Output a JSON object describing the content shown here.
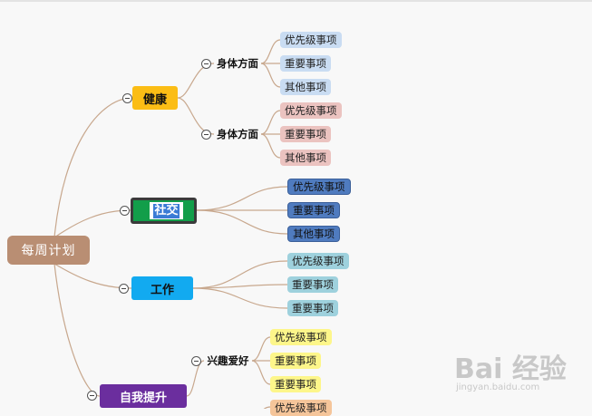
{
  "mindmap": {
    "root": "每周计划",
    "branches": [
      {
        "label": "健康",
        "color": "#fbbd15",
        "groups": [
          {
            "label": "身体方面",
            "items": [
              "优先级事项",
              "重要事项",
              "其他事项"
            ],
            "item_color": "#c9dcf2"
          },
          {
            "label": "身体方面",
            "items": [
              "优先级事项",
              "重要事项",
              "其他事项"
            ],
            "item_color": "#ebc3c0"
          }
        ]
      },
      {
        "label": "社交",
        "color": "#129e4a",
        "selected": true,
        "items": [
          "优先级事项",
          "重要事项",
          "其他事项"
        ],
        "item_color": "#4f7bbf"
      },
      {
        "label": "工作",
        "color": "#12aaf0",
        "items": [
          "优先级事项",
          "重要事项",
          "重要事项"
        ],
        "item_color": "#9ed1dd"
      },
      {
        "label": "自我提升",
        "color": "#6b2e9e",
        "groups": [
          {
            "label": "兴趣爱好",
            "items": [
              "优先级事项",
              "重要事项",
              "重要事项"
            ],
            "item_color": "#fdf68a"
          },
          {
            "label": "",
            "items": [
              "优先级事项"
            ],
            "item_color": "#f5c59a"
          }
        ]
      }
    ],
    "connector_color": "#c8a88e"
  },
  "watermark": {
    "logo": "Bai 经验",
    "url": "jingyan.baidu.com"
  }
}
